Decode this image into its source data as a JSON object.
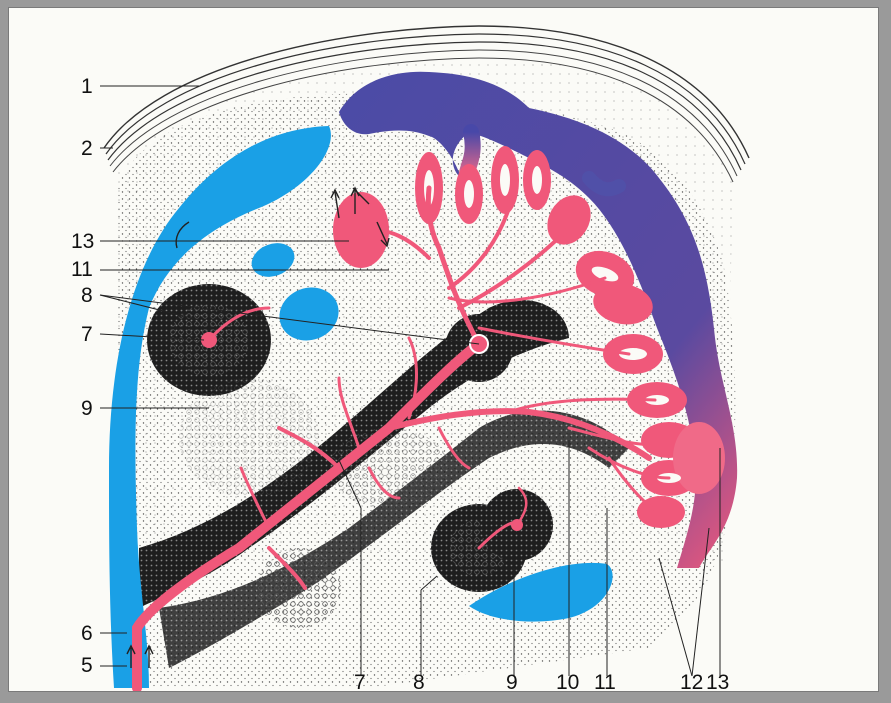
{
  "diagram": {
    "labels": [
      {
        "id": "l1",
        "text": "1"
      },
      {
        "id": "l2",
        "text": "2"
      },
      {
        "id": "l13a",
        "text": "13"
      },
      {
        "id": "l11a",
        "text": "11"
      },
      {
        "id": "l8a",
        "text": "8"
      },
      {
        "id": "l7a",
        "text": "7"
      },
      {
        "id": "l9a",
        "text": "9"
      },
      {
        "id": "l6",
        "text": "6"
      },
      {
        "id": "l5",
        "text": "5"
      },
      {
        "id": "l7b",
        "text": "7"
      },
      {
        "id": "l8b",
        "text": "8"
      },
      {
        "id": "l9b",
        "text": "9"
      },
      {
        "id": "l10",
        "text": "10"
      },
      {
        "id": "l11b",
        "text": "11"
      },
      {
        "id": "l12",
        "text": "12"
      },
      {
        "id": "l13b",
        "text": "13"
      }
    ],
    "colors": {
      "artery": "#f0587a",
      "artery_light": "#f7a0b4",
      "vein": "#4a4a9e",
      "csf": "#1aa0e6",
      "dark_tissue": "#2a2a2a",
      "paper": "#fbfbf7"
    }
  }
}
